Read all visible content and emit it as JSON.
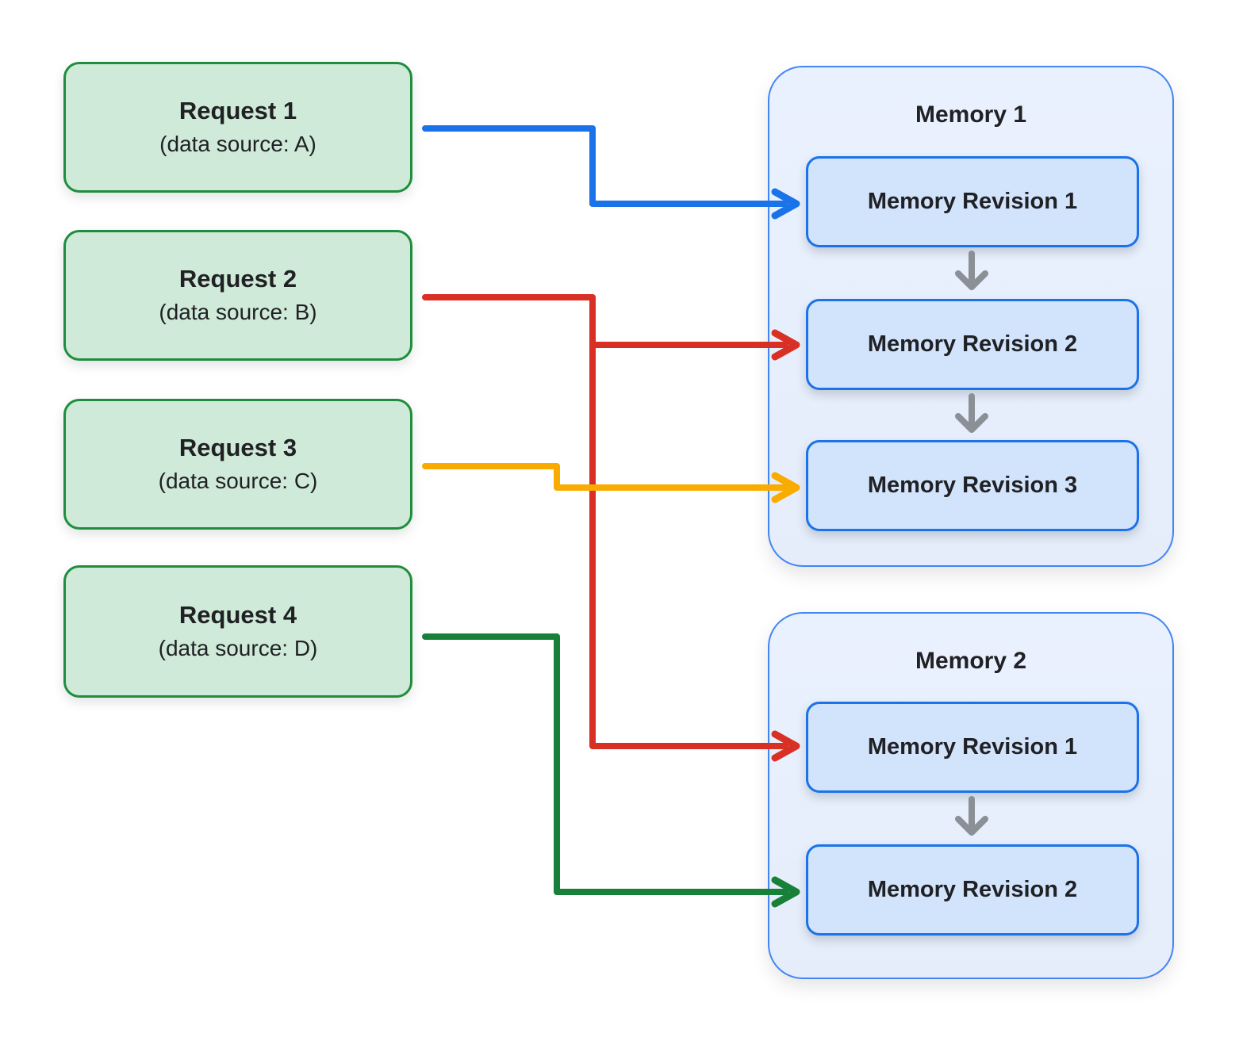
{
  "requests": [
    {
      "title": "Request 1",
      "subtitle": "(data source: A)"
    },
    {
      "title": "Request 2",
      "subtitle": "(data source: B)"
    },
    {
      "title": "Request 3",
      "subtitle": "(data source: C)"
    },
    {
      "title": "Request 4",
      "subtitle": "(data source: D)"
    }
  ],
  "memories": [
    {
      "title": "Memory 1",
      "revisions": [
        {
          "label": "Memory Revision 1"
        },
        {
          "label": "Memory Revision 2"
        },
        {
          "label": "Memory Revision 3"
        }
      ]
    },
    {
      "title": "Memory 2",
      "revisions": [
        {
          "label": "Memory Revision 1"
        },
        {
          "label": "Memory Revision 2"
        }
      ]
    }
  ],
  "connections": [
    {
      "from": "Request 1",
      "to": "Memory 1 / Memory Revision 1",
      "color_name": "blue"
    },
    {
      "from": "Request 2",
      "to": "Memory 1 / Memory Revision 2",
      "color_name": "red"
    },
    {
      "from": "Request 2",
      "to": "Memory 2 / Memory Revision 1",
      "color_name": "red"
    },
    {
      "from": "Request 3",
      "to": "Memory 1 / Memory Revision 3",
      "color_name": "yellow"
    },
    {
      "from": "Request 4",
      "to": "Memory 2 / Memory Revision 2",
      "color_name": "green"
    }
  ],
  "colors": {
    "background": "#FFFFFF",
    "request_fill": "#CFEAD8",
    "request_border": "#1E8E3E",
    "memory_fill": "#E8F0FE",
    "memory_border": "#4285F4",
    "revision_fill": "#D2E3FC",
    "revision_border": "#1A73E8",
    "arrow_blue": "#1A73E8",
    "arrow_red": "#D93025",
    "arrow_yellow": "#F9AB00",
    "arrow_green": "#188038",
    "arrow_gray": "#8A9096",
    "text": "#202124"
  }
}
